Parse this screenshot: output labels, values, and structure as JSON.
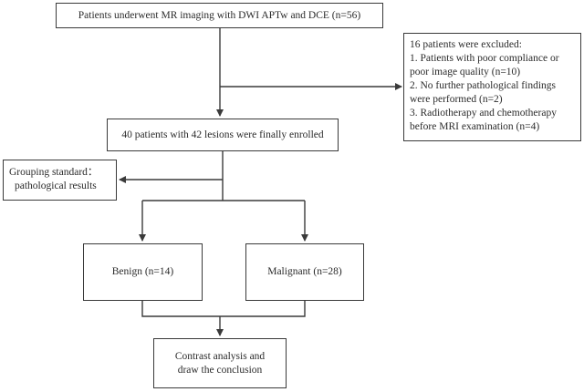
{
  "flow": {
    "start": "Patients underwent MR imaging with DWI  APTw and DCE (n=56)",
    "excluded": {
      "title": "16 patients were excluded:",
      "items": [
        [
          "1.  Patients with poor compliance or",
          "poor image quality (n=10)"
        ],
        [
          "2.  No further pathological findings",
          "were performed (n=2)"
        ],
        [
          "3.  Radiotherapy and chemotherapy",
          "before MRI examination (n=4)"
        ]
      ]
    },
    "enrolled": "40 patients with 42 lesions were finally enrolled",
    "grouping": [
      "Grouping standard：",
      "pathological results"
    ],
    "benign": "Benign (n=14)",
    "malignant": "Malignant (n=28)",
    "conclusion": [
      "Contrast analysis and",
      "draw the conclusion"
    ]
  }
}
